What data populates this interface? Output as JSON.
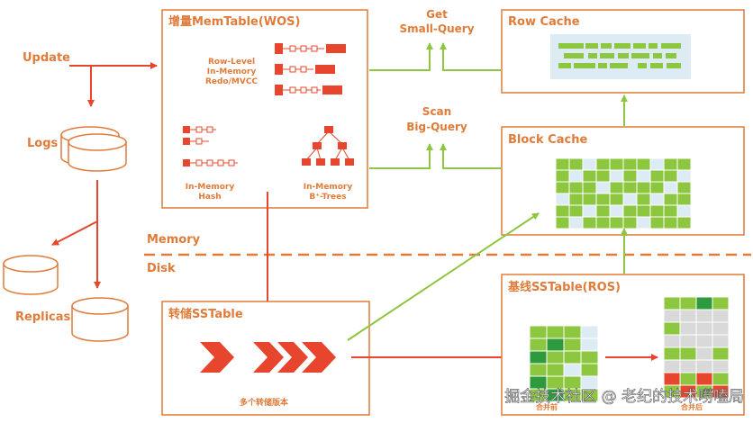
{
  "labels": {
    "update": "Update",
    "logs": "Logs",
    "replicas": "Replicas",
    "memtable_title": "增量MemTable(WOS)",
    "row_level": [
      "Row-Level",
      "In-Memory",
      "Redo/MVCC"
    ],
    "hash_caption": [
      "In-Memory",
      "Hash"
    ],
    "btree_caption": [
      "In-Memory",
      "B⁺-Trees"
    ],
    "get_query": [
      "Get",
      "Small-Query"
    ],
    "scan_query": [
      "Scan",
      "Big-Query"
    ],
    "row_cache": "Row Cache",
    "block_cache": "Block Cache",
    "memory": "Memory",
    "disk": "Disk",
    "sstable_title": "转储SSTable",
    "sstable_caption": "多个转储版本",
    "base_sstable_title": "基线SSTable(ROS)",
    "merge_label_left": "合并前",
    "merge_label_right": "合并后",
    "watermark": "掘金技术社区 @ 老纪的技术嘮嗑局"
  },
  "colors": {
    "orange": "#E07B39",
    "red": "#E8452E",
    "green": "#8DC63F",
    "dark_green": "#2E9A3E",
    "light_blue": "#DDEBF4",
    "grey": "#D9D9D9"
  }
}
